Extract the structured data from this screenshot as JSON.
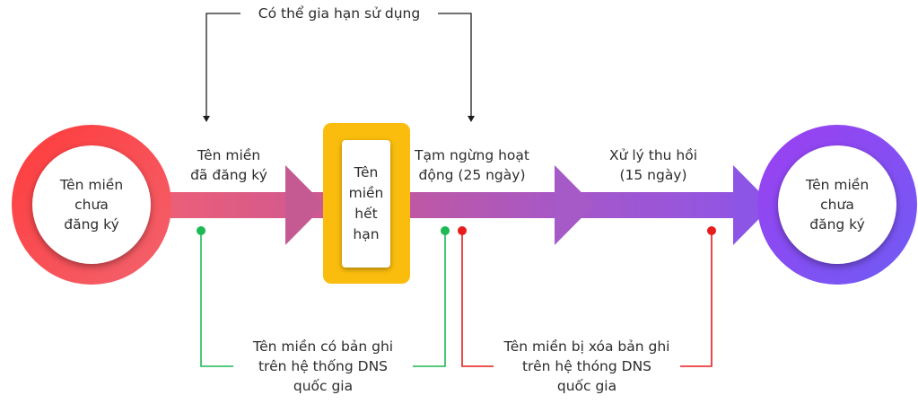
{
  "nodes": {
    "start_label": "Tên miền\nchưa\nđăng ký",
    "expired_label": "Tên\nmiền\nhết\nhạn",
    "end_label": "Tên miền\nchưa\nđăng ký"
  },
  "stages": {
    "registered": "Tên miền\nđã đăng ký",
    "suspended": "Tạm ngừng hoạt\nđộng (25 ngày)",
    "recovery": "Xử lý thu hồi\n(15 ngày)"
  },
  "top_note": "Có thể gia hạn sử dụng",
  "notes": {
    "dns_present": "Tên miền có bản ghi\ntrên hệ thống DNS\nquốc gia",
    "dns_removed": "Tên miền bị xóa bản ghi\ntrên hệ thóng DNS\nquốc gia"
  },
  "colors": {
    "start_red": "#fb4143",
    "end_purple": "#8152f2",
    "gold": "#fbbd0d",
    "green": "#1db954",
    "red": "#e81c1c"
  }
}
